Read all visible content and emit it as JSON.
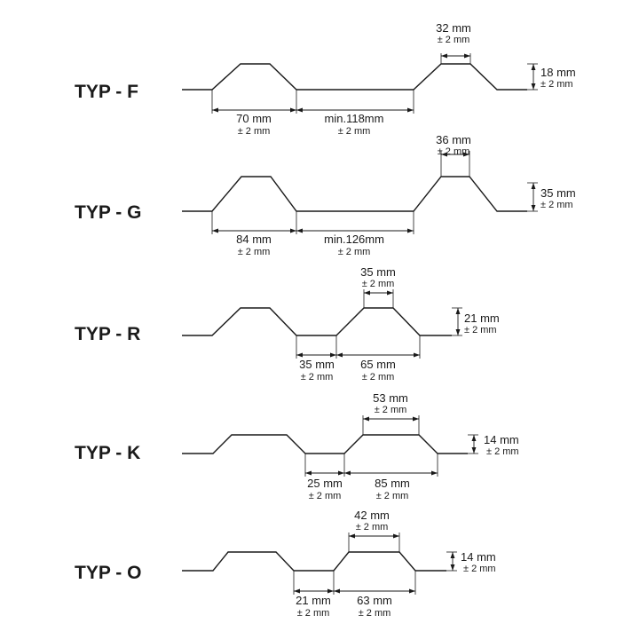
{
  "profiles": [
    {
      "name": "TYP - F",
      "dims": [
        {
          "value": "70 mm",
          "tol": "± 2 mm"
        },
        {
          "value": "min.118mm",
          "tol": "± 2 mm"
        },
        {
          "value": "32 mm",
          "tol": "± 2 mm"
        },
        {
          "value": "18 mm",
          "tol": "± 2 mm"
        }
      ]
    },
    {
      "name": "TYP - G",
      "dims": [
        {
          "value": "84 mm",
          "tol": "± 2 mm"
        },
        {
          "value": "min.126mm",
          "tol": "± 2 mm"
        },
        {
          "value": "36 mm",
          "tol": "± 2 mm"
        },
        {
          "value": "35 mm",
          "tol": "± 2 mm"
        }
      ]
    },
    {
      "name": "TYP - R",
      "dims": [
        {
          "value": "35 mm",
          "tol": "± 2 mm"
        },
        {
          "value": "65 mm",
          "tol": "± 2 mm"
        },
        {
          "value": "35 mm",
          "tol": "± 2 mm"
        },
        {
          "value": "21 mm",
          "tol": "± 2 mm"
        }
      ]
    },
    {
      "name": "TYP - K",
      "dims": [
        {
          "value": "25 mm",
          "tol": "± 2 mm"
        },
        {
          "value": "85 mm",
          "tol": "± 2 mm"
        },
        {
          "value": "53 mm",
          "tol": "± 2 mm"
        },
        {
          "value": "14 mm",
          "tol": "± 2 mm"
        }
      ]
    },
    {
      "name": "TYP - O",
      "dims": [
        {
          "value": "21 mm",
          "tol": "± 2 mm"
        },
        {
          "value": "63 mm",
          "tol": "± 2 mm"
        },
        {
          "value": "42 mm",
          "tol": "± 2 mm"
        },
        {
          "value": "14 mm",
          "tol": "± 2 mm"
        }
      ]
    }
  ]
}
